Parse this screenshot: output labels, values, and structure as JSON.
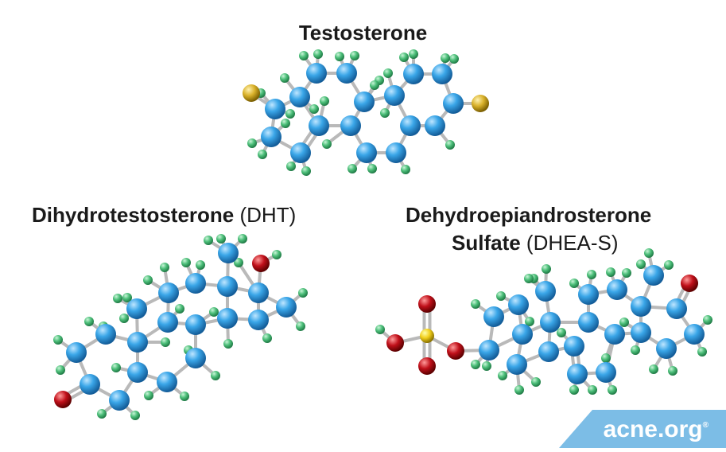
{
  "molecules": [
    {
      "id": "testosterone",
      "name": "Testosterone",
      "abbr": ""
    },
    {
      "id": "dht",
      "name": "Dihydrotestosterone",
      "abbr": "(DHT)"
    },
    {
      "id": "dhea",
      "name_line1": "Dehydroepiandrosterone",
      "name_line2": "Sulfate",
      "abbr": "(DHEA-S)"
    }
  ],
  "brand": {
    "text": "acne.org",
    "reg": "®"
  },
  "colors": {
    "carbon": "#3aa6e8",
    "hydrogen": "#4dbf7a",
    "oxygen": "#c0101a",
    "sulfur": "#d9b12a",
    "bond": "#b9b9b9",
    "brand_bg": "#7cbde6"
  }
}
